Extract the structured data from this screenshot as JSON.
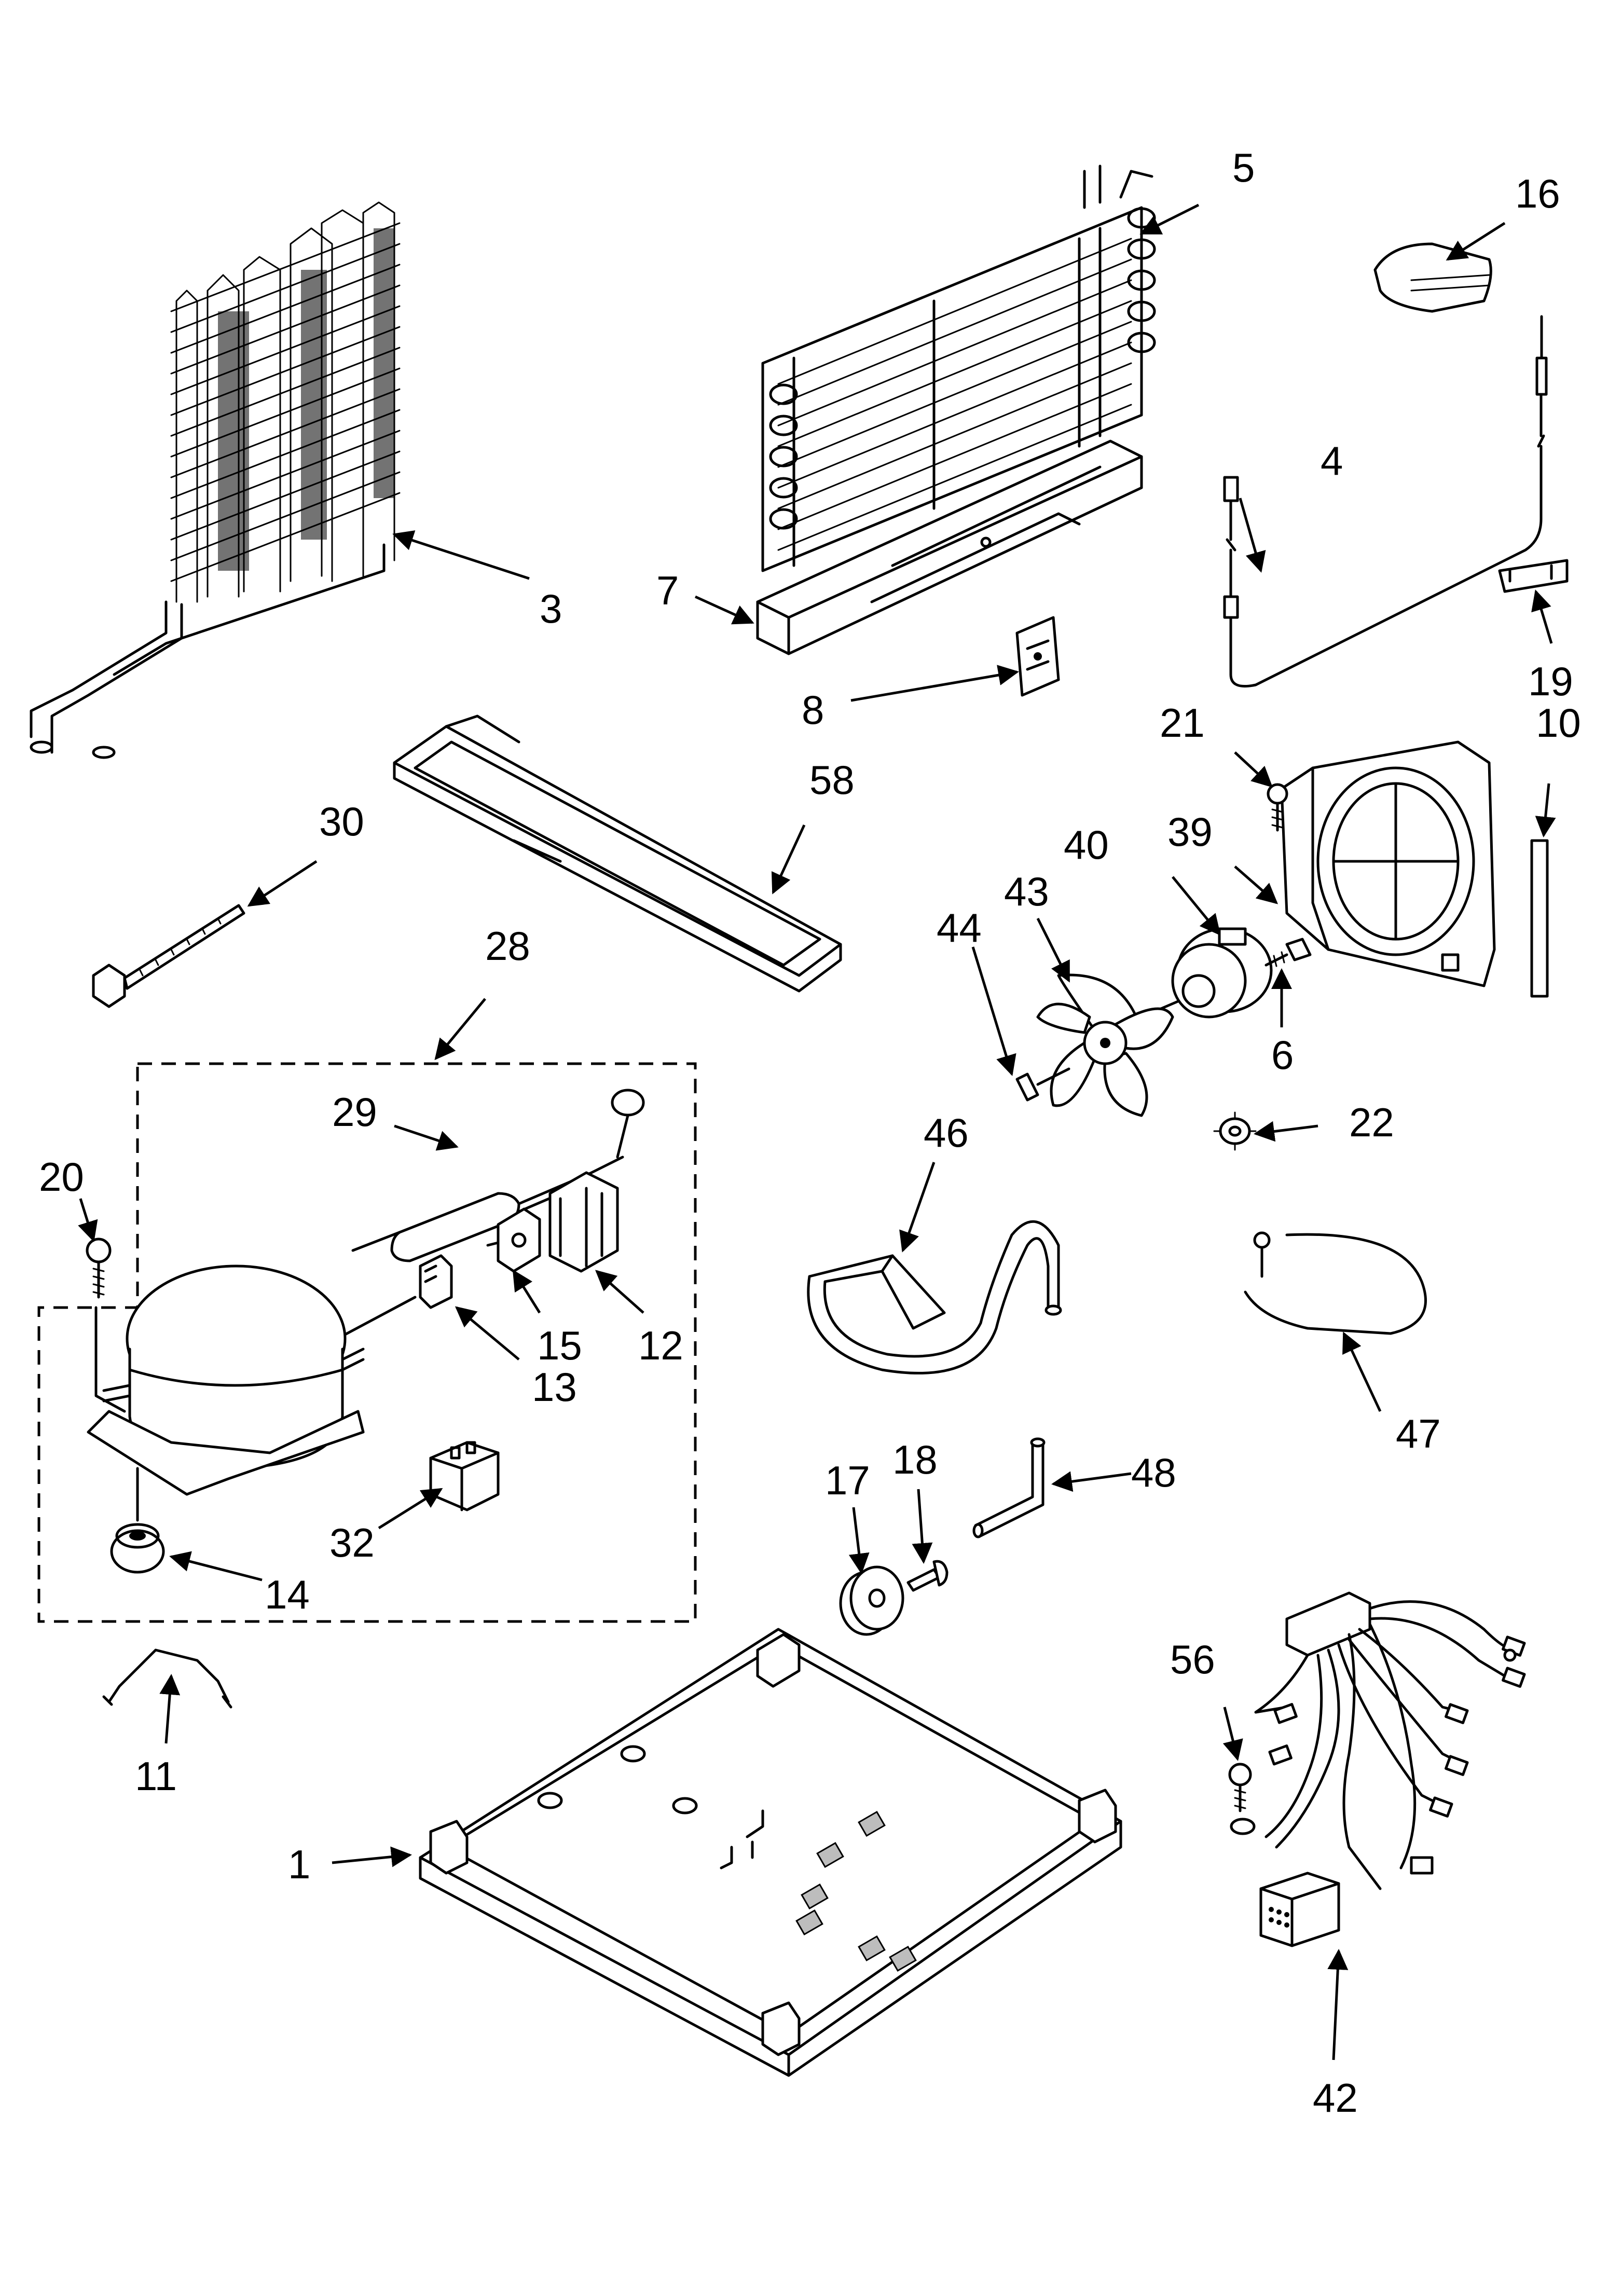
{
  "callouts": [
    {
      "id": "1",
      "label": "1"
    },
    {
      "id": "3",
      "label": "3"
    },
    {
      "id": "4",
      "label": "4"
    },
    {
      "id": "5",
      "label": "5"
    },
    {
      "id": "6",
      "label": "6"
    },
    {
      "id": "7",
      "label": "7"
    },
    {
      "id": "8",
      "label": "8"
    },
    {
      "id": "10",
      "label": "10"
    },
    {
      "id": "11",
      "label": "11"
    },
    {
      "id": "12",
      "label": "12"
    },
    {
      "id": "13",
      "label": "13"
    },
    {
      "id": "14",
      "label": "14"
    },
    {
      "id": "15",
      "label": "15"
    },
    {
      "id": "16",
      "label": "16"
    },
    {
      "id": "17",
      "label": "17"
    },
    {
      "id": "18",
      "label": "18"
    },
    {
      "id": "19",
      "label": "19"
    },
    {
      "id": "20",
      "label": "20"
    },
    {
      "id": "21",
      "label": "21"
    },
    {
      "id": "22",
      "label": "22"
    },
    {
      "id": "28",
      "label": "28"
    },
    {
      "id": "29",
      "label": "29"
    },
    {
      "id": "30",
      "label": "30"
    },
    {
      "id": "32",
      "label": "32"
    },
    {
      "id": "39",
      "label": "39"
    },
    {
      "id": "40",
      "label": "40"
    },
    {
      "id": "42",
      "label": "42"
    },
    {
      "id": "43",
      "label": "43"
    },
    {
      "id": "44",
      "label": "44"
    },
    {
      "id": "46",
      "label": "46"
    },
    {
      "id": "47",
      "label": "47"
    },
    {
      "id": "48",
      "label": "48"
    },
    {
      "id": "56",
      "label": "56"
    },
    {
      "id": "58",
      "label": "58"
    }
  ]
}
